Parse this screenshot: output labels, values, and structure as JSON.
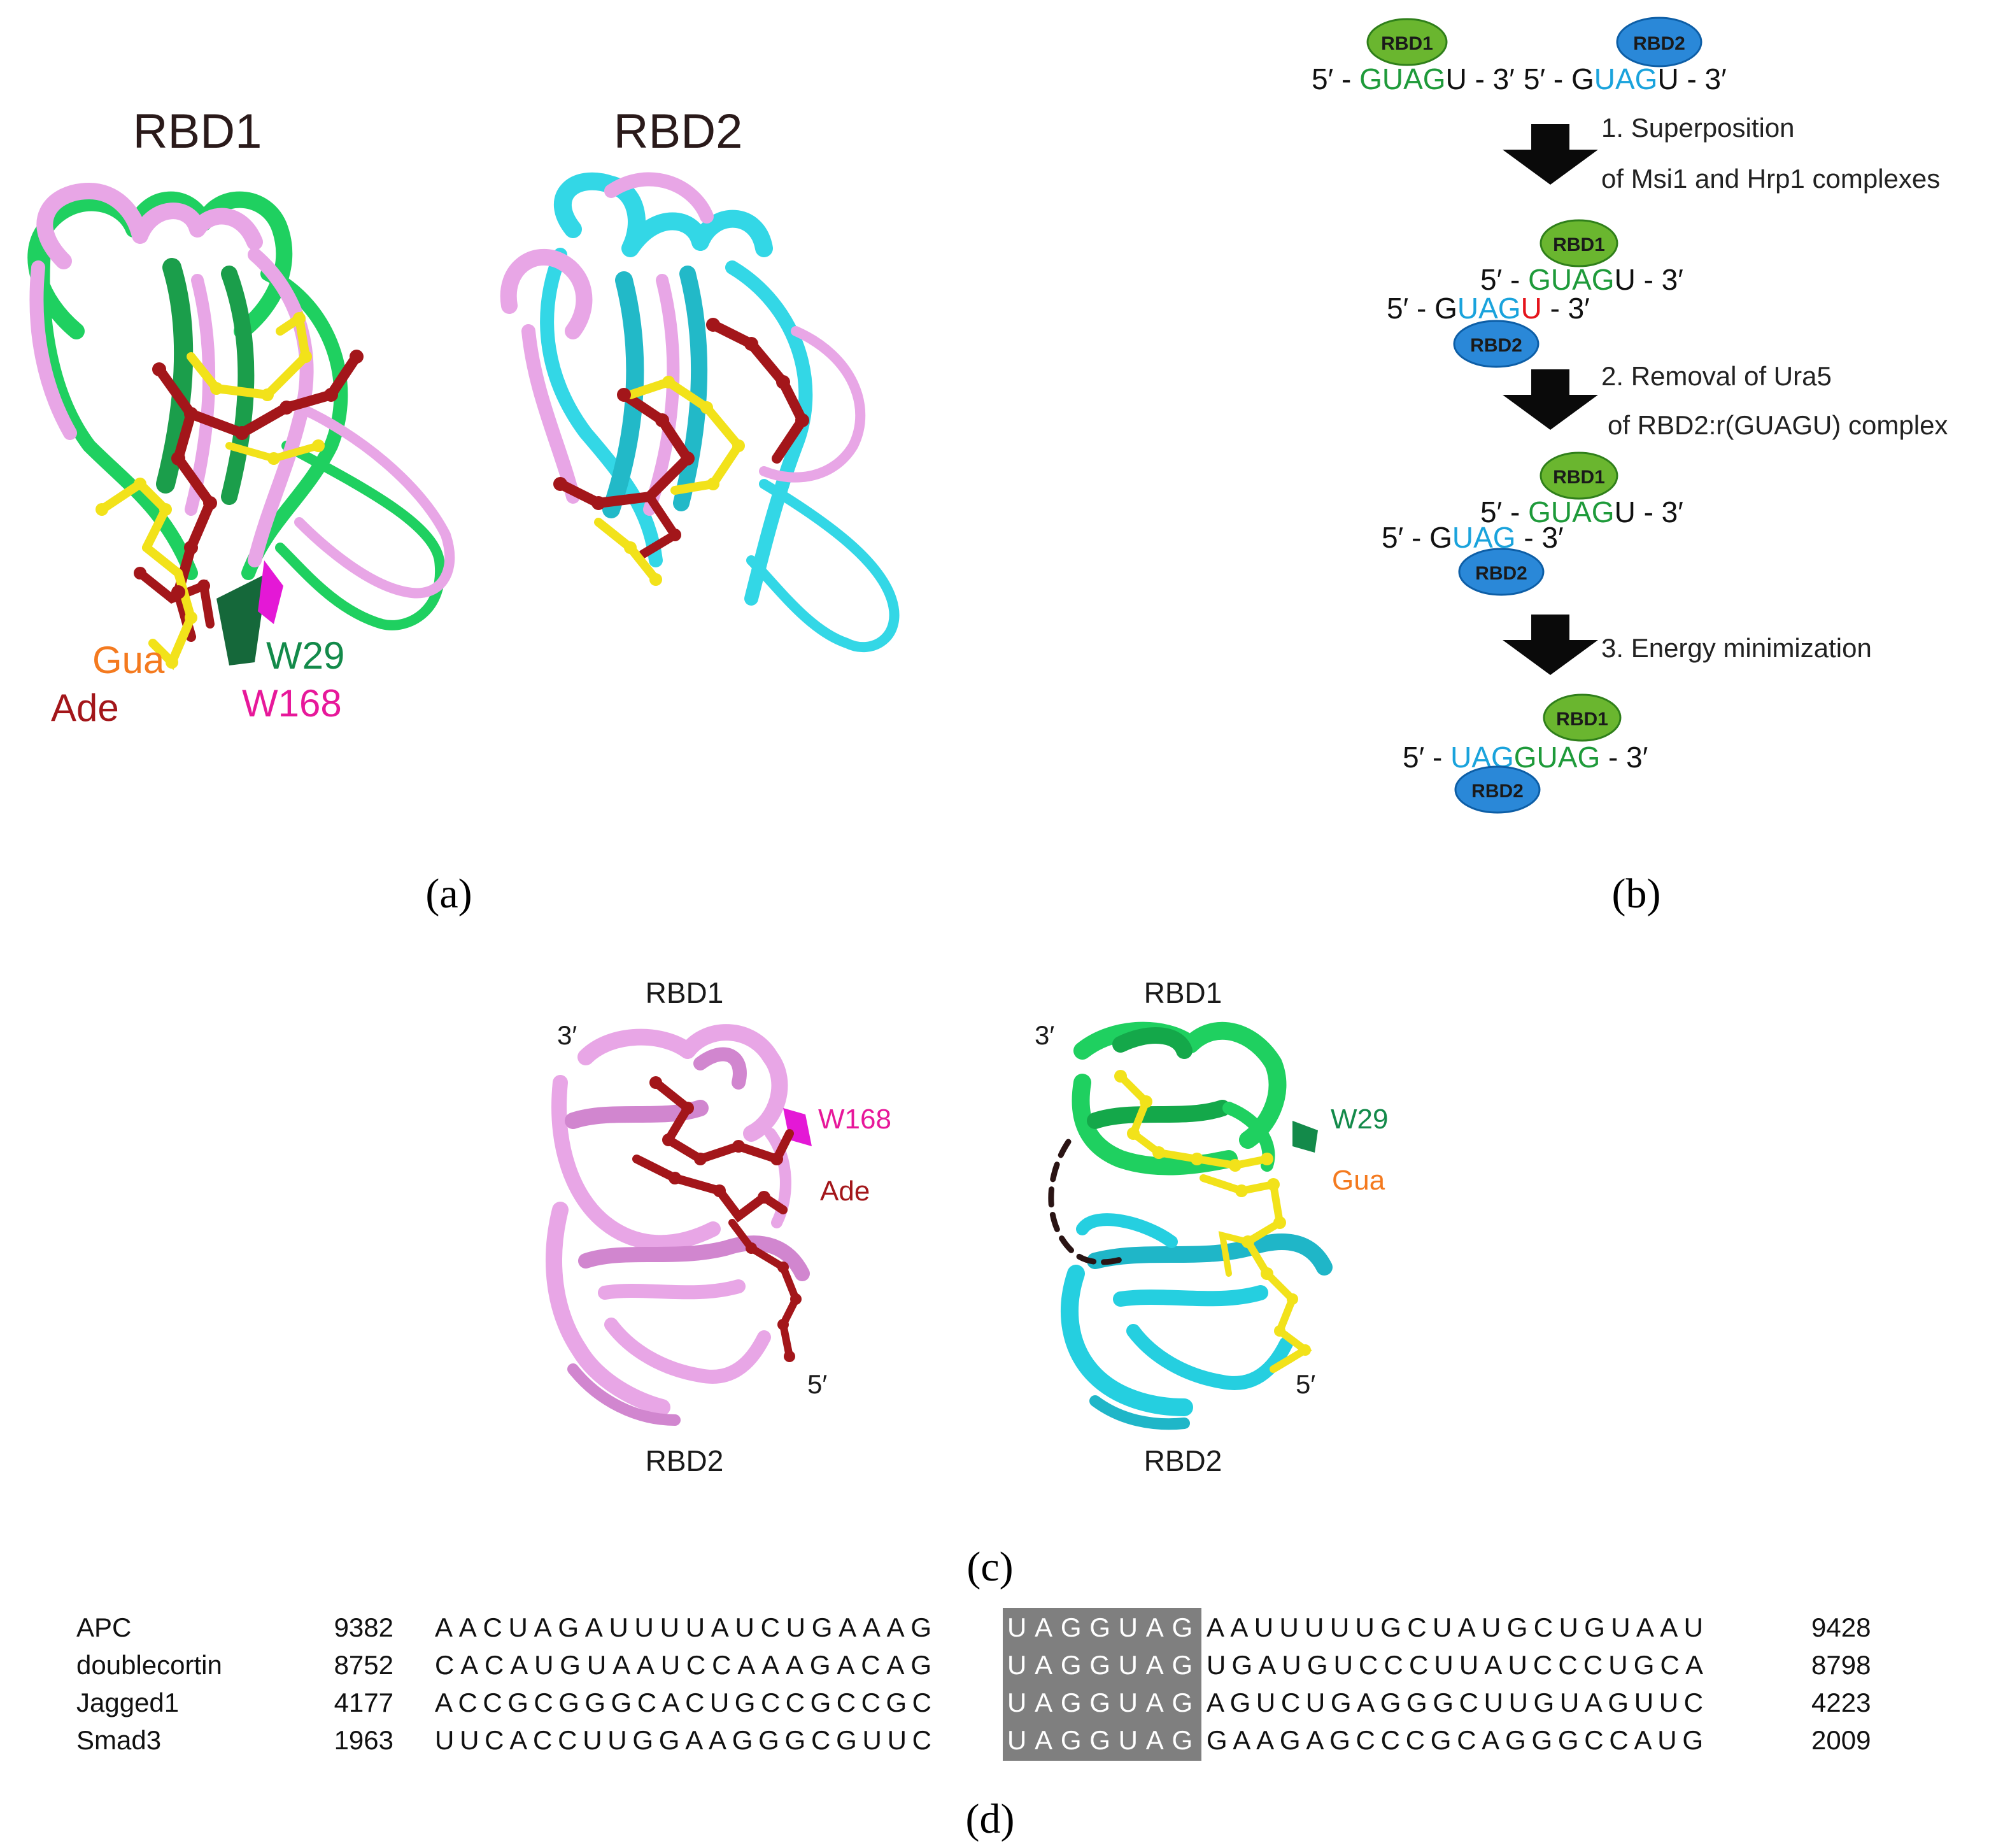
{
  "colors": {
    "rbd1_green": "#22b14c",
    "rbd2_blue": "#1aa3dc",
    "pink": "#e9a4e6",
    "cyan": "#33d7e6",
    "yellow": "#f2e21a",
    "darkred": "#a3161a",
    "orange": "#f47a1f",
    "magenta": "#e7189a",
    "dark_green": "#138a4a",
    "red": "#e5141c",
    "highlight_gray": "#7f7f7f"
  },
  "panel_labels": {
    "a": "(a)",
    "b": "(b)",
    "c": "(c)",
    "d": "(d)"
  },
  "panel_a": {
    "title_left": "RBD1",
    "title_right": "RBD2",
    "label_gua": "Gua",
    "label_ade": "Ade",
    "label_w29": "W29",
    "label_w168": "W168"
  },
  "panel_b": {
    "badge_rbd1": "RBD1",
    "badge_rbd2": "RBD2",
    "top": {
      "left_prefix": "5′ - ",
      "left_seq": "GUAG",
      "left_tail": "U - 3′",
      "right_prefix": "5′ - G",
      "right_seq": "UAG",
      "right_tail": "U - 3′"
    },
    "step1_line1": "1. Superposition",
    "step1_line2": "of Msi1 and Hrp1 complexes",
    "s2_upper_prefix": "5′ - ",
    "s2_upper_seq": "GUAG",
    "s2_upper_tail": "U - 3′",
    "s2_lower_prefix": "5′ - G",
    "s2_lower_seq": "UAG",
    "s2_lower_red": "U",
    "s2_lower_tail": " - 3′",
    "step2_line1": "2. Removal of Ura5",
    "step2_line2": "of RBD2:r(GUAGU) complex",
    "s3_upper_prefix": "5′ - ",
    "s3_upper_seq": "GUAG",
    "s3_upper_tail": "U - 3′",
    "s3_lower_prefix": "5′ - G",
    "s3_lower_seq": "UAG",
    "s3_lower_tail": " - 3′",
    "step3_line1": "3. Energy minimization",
    "final_prefix": "5′ - ",
    "final_blue": "UAG",
    "final_green": "GUAG",
    "final_tail": " - 3′"
  },
  "panel_c": {
    "rbd1": "RBD1",
    "rbd2": "RBD2",
    "three_prime": "3′",
    "five_prime": "5′",
    "label_w168": "W168",
    "label_ade": "Ade",
    "label_w29": "W29",
    "label_gua": "Gua"
  },
  "panel_d": {
    "highlight": "UAGGUAG",
    "rows": [
      {
        "gene": "APC",
        "start": "9382",
        "left": "AACUAGAUUUUAUCUGAAAG",
        "right": "AAUUUUUGCUAUGCUGUAAU",
        "end": "9428"
      },
      {
        "gene": "doublecortin",
        "start": "8752",
        "left": "CACAUGUAAUCCAAAGACAG",
        "right": "UGAUGUCCCUUAUCCCUGCA",
        "end": "8798"
      },
      {
        "gene": "Jagged1",
        "start": "4177",
        "left": "ACCGCGGGCACUGCCGCCGC",
        "right": "AGUCUGAGGGCUUGUAGUUC",
        "end": "4223"
      },
      {
        "gene": "Smad3",
        "start": "1963",
        "left": "UUCACCUUGGAAGGGCGUUC",
        "right": "GAAGAGCCCGCAGGGCCAUG",
        "end": "2009"
      }
    ]
  }
}
